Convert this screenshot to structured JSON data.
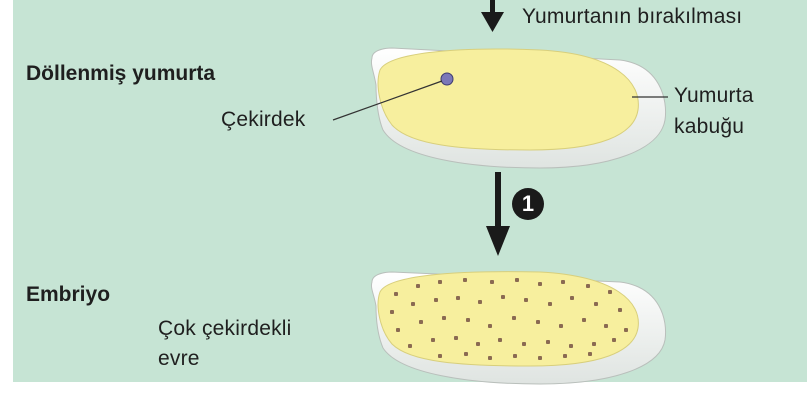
{
  "labels": {
    "egg_release": "Yumurtanın bırakılması",
    "fertilized_egg": "Döllenmiş yumurta",
    "nucleus": "Çekirdek",
    "egg_shell_line1": "Yumurta",
    "egg_shell_line2": "kabuğu",
    "embryo": "Embriyo",
    "multinucleate_line1": "Çok çekirdekli",
    "multinucleate_line2": "evre"
  },
  "step": {
    "number": "1"
  },
  "colors": {
    "background": "#c6e4d4",
    "yolk": "#f7ef9e",
    "shell": "#ffffff",
    "nucleus": "#7b78b8",
    "nuclei_dots": "#8a6a52",
    "arrow": "#1a1a1a"
  }
}
